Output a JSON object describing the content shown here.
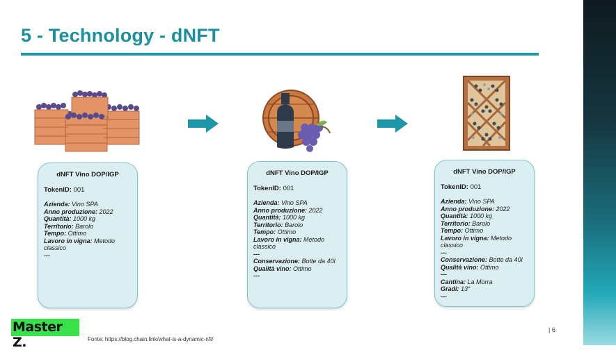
{
  "slide": {
    "title": "5 - Technology - dNFT",
    "page_number": "| 6",
    "source": "Fonte: https://blog.chain.link/what-is-a-dynamic-nft/",
    "logo_text": "Master Z.",
    "accent_color": "#1a8fa0",
    "logo_color": "#39e24a"
  },
  "cards": [
    {
      "title": "dNFT Vino DOP/IGP",
      "token_label": "TokenID:",
      "token_value": " 001",
      "rows": [
        {
          "k": "Azienda:",
          "v": " Vino SPA"
        },
        {
          "k": "Anno produzione:",
          "v": " 2022"
        },
        {
          "k": "Quantità:",
          "v": " 1000 kg"
        },
        {
          "k": "Territorio:",
          "v": " Barolo"
        },
        {
          "k": "Tempo:",
          "v": " Ottimo"
        },
        {
          "k": "Lavoro in vigna:",
          "v": " Metodo classico"
        },
        {
          "k": "---",
          "v": ""
        }
      ]
    },
    {
      "title": "dNFT Vino DOP/IGP",
      "token_label": "TokenID:",
      "token_value": " 001",
      "rows": [
        {
          "k": "Azienda:",
          "v": " Vino SPA"
        },
        {
          "k": "Anno produzione:",
          "v": " 2022"
        },
        {
          "k": "Quantità:",
          "v": " 1000 kg"
        },
        {
          "k": "Territorio:",
          "v": " Barolo"
        },
        {
          "k": "Tempo:",
          "v": " Ottimo"
        },
        {
          "k": "Lavoro in vigna:",
          "v": " Metodo classico"
        },
        {
          "k": "---",
          "v": ""
        },
        {
          "k": "Conservazione:",
          "v": " Botte da 40l"
        },
        {
          "k": "Qualità vino:",
          "v": " Ottimo"
        },
        {
          "k": "---",
          "v": ""
        }
      ]
    },
    {
      "title": "dNFT Vino DOP/IGP",
      "token_label": "TokenID:",
      "token_value": " 001",
      "rows": [
        {
          "k": "Azienda:",
          "v": " Vino SPA"
        },
        {
          "k": "Anno produzione:",
          "v": " 2022"
        },
        {
          "k": "Quantità:",
          "v": " 1000 kg"
        },
        {
          "k": "Territorio:",
          "v": " Barolo"
        },
        {
          "k": "Tempo:",
          "v": " Ottimo"
        },
        {
          "k": "Lavoro in vigna:",
          "v": " Metodo classico"
        },
        {
          "k": "---",
          "v": ""
        },
        {
          "k": "Conservazione:",
          "v": " Botte da 40l"
        },
        {
          "k": "Qualità vino:",
          "v": " Ottimo"
        },
        {
          "k": "---",
          "v": ""
        },
        {
          "k": "Cantina:",
          "v": " La Morra"
        },
        {
          "k": "Gradi:",
          "v": " 13°"
        },
        {
          "k": "---",
          "v": ""
        }
      ]
    }
  ],
  "icons": [
    "grape-baskets-icon",
    "arrow-right-icon",
    "wine-barrel-icon",
    "arrow-right-icon",
    "wine-rack-icon"
  ]
}
